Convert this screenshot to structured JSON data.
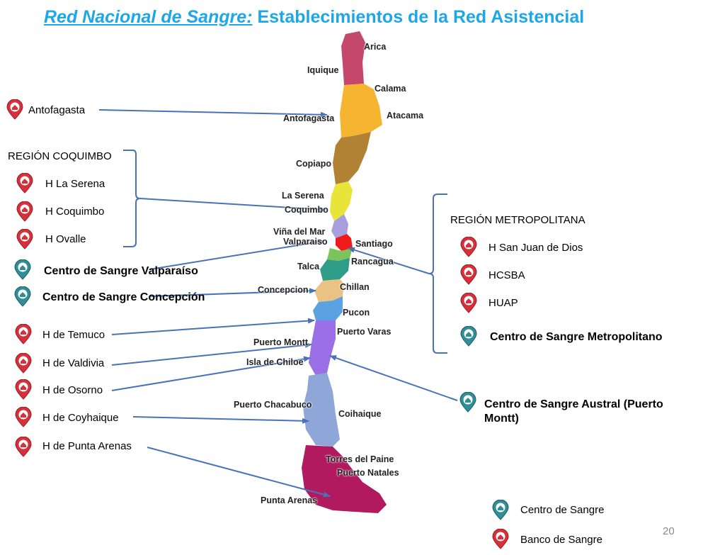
{
  "title": {
    "part1": "Red Nacional de Sangre:",
    "part2": " Establecimientos de la Red Asistencial"
  },
  "left": {
    "antofagasta": "Antofagasta",
    "region_coquimbo": "REGIÓN COQUIMBO",
    "la_serena": "H La Serena",
    "coquimbo": "H Coquimbo",
    "ovalle": "H Ovalle",
    "cs_valparaiso": "Centro de Sangre Valparaíso",
    "cs_concepcion": "Centro de Sangre Concepción",
    "temuco": "H de Temuco",
    "valdivia": "H de Valdivia",
    "osorno": "H de Osorno",
    "coyhaique": "H de Coyhaique",
    "punta_arenas": "H de Punta Arenas"
  },
  "right": {
    "region_metropolitana": "REGIÓN METROPOLITANA",
    "san_juan": "H San Juan de Dios",
    "hcsba": "HCSBA",
    "huap": "HUAP",
    "cs_metropolitano": "Centro de Sangre Metropolitano",
    "cs_austral": "Centro de Sangre Austral (Puerto Montt)"
  },
  "legend": {
    "centro": "Centro de Sangre",
    "banco": "Banco de Sangre"
  },
  "map_labels": {
    "arica": "Arica",
    "iquique": "Iquique",
    "calama": "Calama",
    "antofagasta": "Antofagasta",
    "atacama": "Atacama",
    "copiapo": "Copiapo",
    "la_serena": "La Serena",
    "coquimbo": "Coquimbo",
    "vina": "Viña del Mar",
    "valparaiso": "Valparaiso",
    "santiago": "Santiago",
    "rancagua": "Rancagua",
    "talca": "Talca",
    "concepcion": "Concepcion",
    "chillan": "Chillan",
    "pucon": "Pucon",
    "puerto_montt": "Puerto Montt",
    "puerto_varas": "Puerto Varas",
    "chiloe": "Isla de Chiloe",
    "chacabuco": "Puerto Chacabuco",
    "coihaique": "Coihaique",
    "torres": "Torres del Paine",
    "natales": "Puerto Natales",
    "punta_arenas": "Punta Arenas"
  },
  "page_number": "20",
  "colors": {
    "title": "#1ea7e8",
    "arrow": "#4a72b8",
    "banco_icon": "#d8303a",
    "centro_icon": "#2f8e96"
  },
  "icons": {
    "banco": "blood-bank-icon",
    "centro": "blood-center-icon"
  }
}
